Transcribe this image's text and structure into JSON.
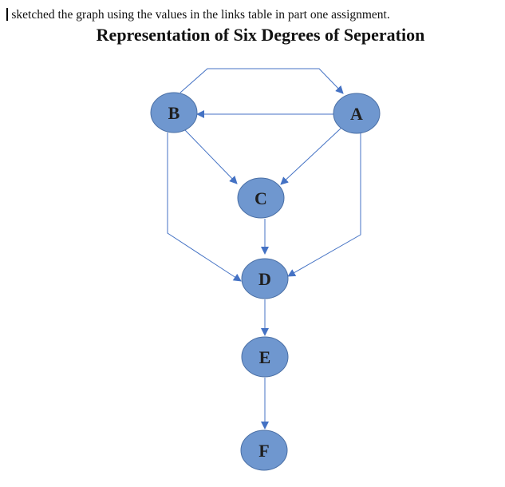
{
  "intro_text": "I sketched the graph using the values in the links table in part one assignment.",
  "title": "Representation of Six Degrees of Seperation",
  "colors": {
    "node_fill": "#6f97cf",
    "node_stroke": "#4a6fa5",
    "edge": "#4472c4",
    "text": "#111111"
  },
  "nodes": [
    {
      "id": "A",
      "label": "A"
    },
    {
      "id": "B",
      "label": "B"
    },
    {
      "id": "C",
      "label": "C"
    },
    {
      "id": "D",
      "label": "D"
    },
    {
      "id": "E",
      "label": "E"
    },
    {
      "id": "F",
      "label": "F"
    }
  ],
  "edges": [
    {
      "from": "B",
      "to": "A"
    },
    {
      "from": "A",
      "to": "B"
    },
    {
      "from": "B",
      "to": "C"
    },
    {
      "from": "A",
      "to": "C"
    },
    {
      "from": "C",
      "to": "D"
    },
    {
      "from": "B",
      "to": "D"
    },
    {
      "from": "A",
      "to": "D"
    },
    {
      "from": "D",
      "to": "E"
    },
    {
      "from": "E",
      "to": "F"
    }
  ]
}
